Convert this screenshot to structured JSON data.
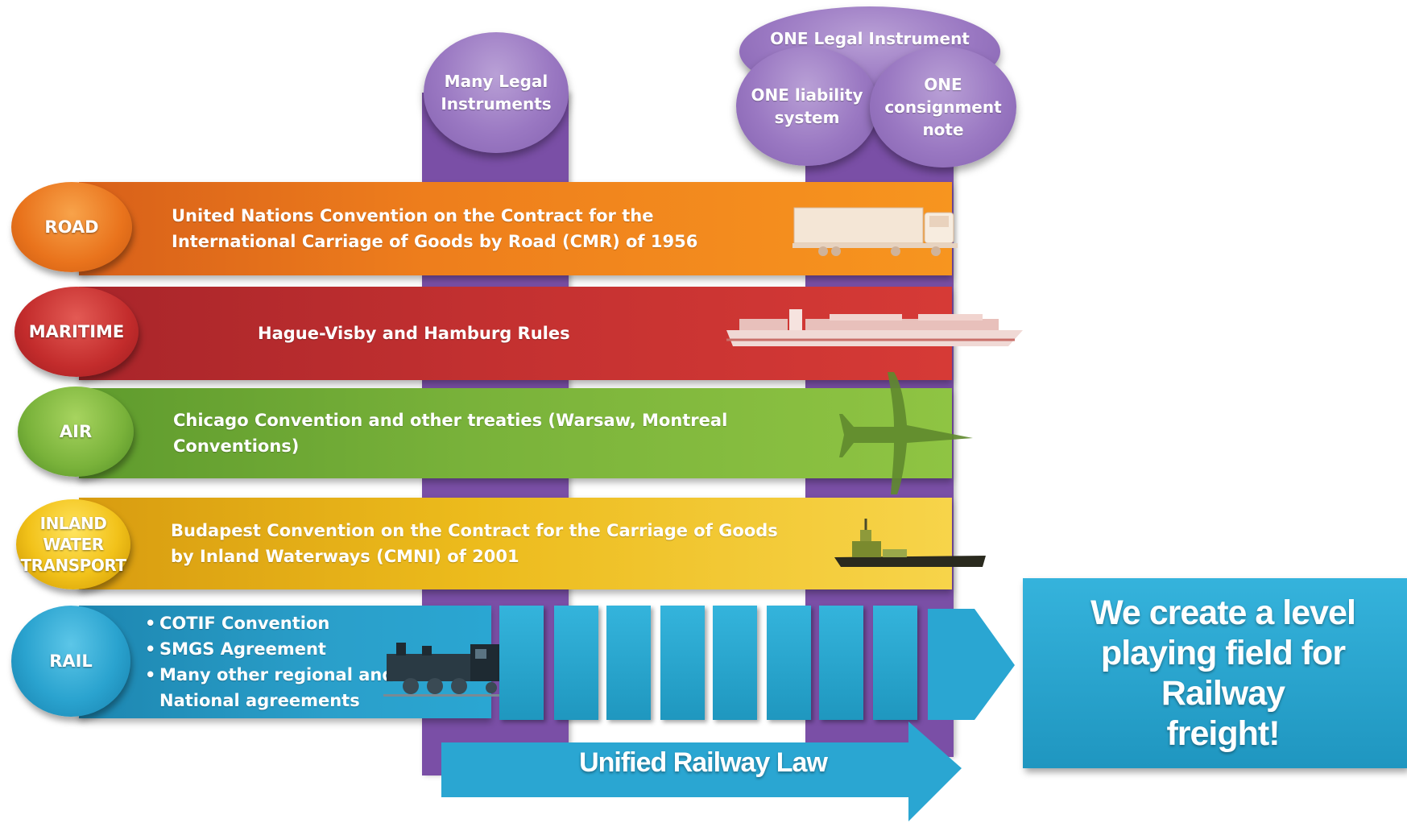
{
  "columns": {
    "left_bubble": "Many Legal\nInstruments",
    "right_top_bubble": "ONE Legal Instrument",
    "right_bubble_a": "ONE liability\nsystem",
    "right_bubble_b": "ONE\nconsignment\nnote"
  },
  "modes": [
    {
      "label": "ROAD",
      "text": "United Nations Convention on the Contract for the\nInternational Carriage of Goods by Road (CMR) of 1956",
      "color": "#f28a1e",
      "vehicle": "truck-icon"
    },
    {
      "label": "MARITIME",
      "text": "Hague-Visby and Hamburg Rules",
      "color": "#c8302f",
      "vehicle": "container-ship-icon"
    },
    {
      "label": "AIR",
      "text": "Chicago Convention and other treaties (Warsaw, Montreal\nConventions)",
      "color": "#7cb53a",
      "vehicle": "airplane-icon"
    },
    {
      "label": "INLAND WATER\nTRANSPORT",
      "text": "Budapest Convention on the Contract for the Carriage of Goods\nby Inland Waterways (CMNI) of 2001",
      "color": "#f2c21a",
      "vehicle": "barge-icon"
    },
    {
      "label": "RAIL",
      "items": [
        "COTIF Convention",
        "SMGS Agreement",
        "Many other regional  and\nNational agreements"
      ],
      "color": "#2ba3cf",
      "vehicle": "locomotive-icon"
    }
  ],
  "unified_law": "Unified Railway Law",
  "result_box": "We create a level\nplaying field for Railway\nfreight!"
}
